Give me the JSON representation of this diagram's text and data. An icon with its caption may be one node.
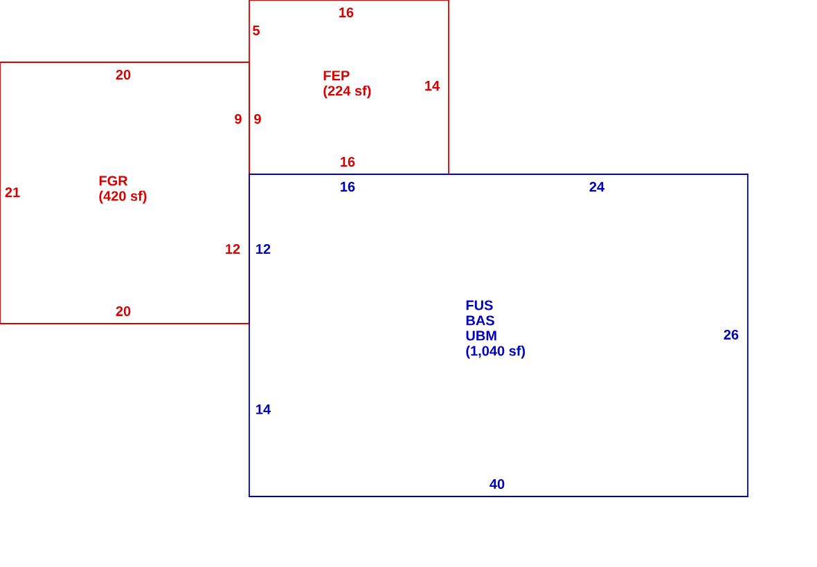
{
  "diagram": {
    "nodes": [
      {
        "text": [
          "FEP",
          "(224 sf)"
        ]
      },
      {
        "text": [
          "FGR",
          "(420 sf)"
        ]
      },
      {
        "text": [
          "FUS",
          "BAS",
          "UBM",
          "(1,040 sf)"
        ]
      }
    ],
    "labels": [
      "16",
      "5",
      "20",
      "14",
      "9",
      "9",
      "16",
      "16",
      "24",
      "21",
      "12",
      "12",
      "20",
      "26",
      "14",
      "40"
    ]
  }
}
